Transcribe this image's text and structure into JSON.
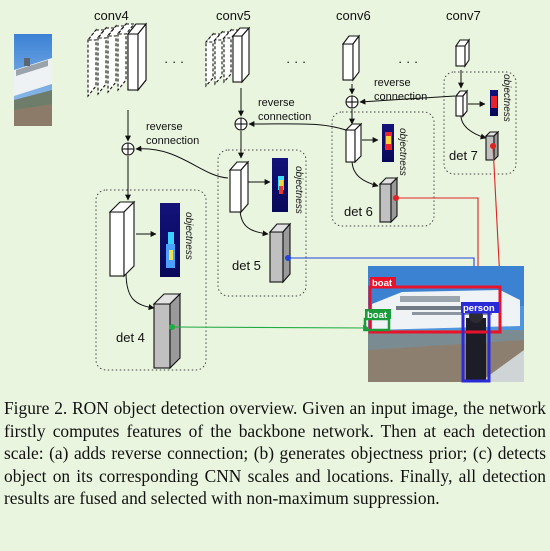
{
  "stages": {
    "conv4": "conv4",
    "conv5": "conv5",
    "conv6": "conv6",
    "conv7": "conv7"
  },
  "ellipsis": "· · ·",
  "reverse_connection": [
    "reverse",
    "connection"
  ],
  "objectness": "objectness",
  "dets": {
    "det4": "det 4",
    "det5": "det 5",
    "det6": "det 6",
    "det7": "det 7"
  },
  "result_labels": {
    "boat_large": "boat",
    "boat_small": "boat",
    "person": "person"
  },
  "caption": "Figure 2. RON object detection overview. Given an input image, the network firstly computes features of the backbone network. Then at each detection scale: (a) adds reverse connection; (b) generates objectness prior; (c) detects object on its corresponding CNN scales and locations. Finally, all detection results are fused and selected with non-maximum suppression.",
  "colors": {
    "background": "#eaf5e0",
    "det4_arrow": "#22aa44",
    "det5_arrow": "#2244dd",
    "det6_arrow": "#dd2222",
    "det7_arrow": "#dd2222",
    "box_boat_large": "#e8132a",
    "box_boat_small": "#1b9b3a",
    "box_person": "#2a2bd6"
  }
}
